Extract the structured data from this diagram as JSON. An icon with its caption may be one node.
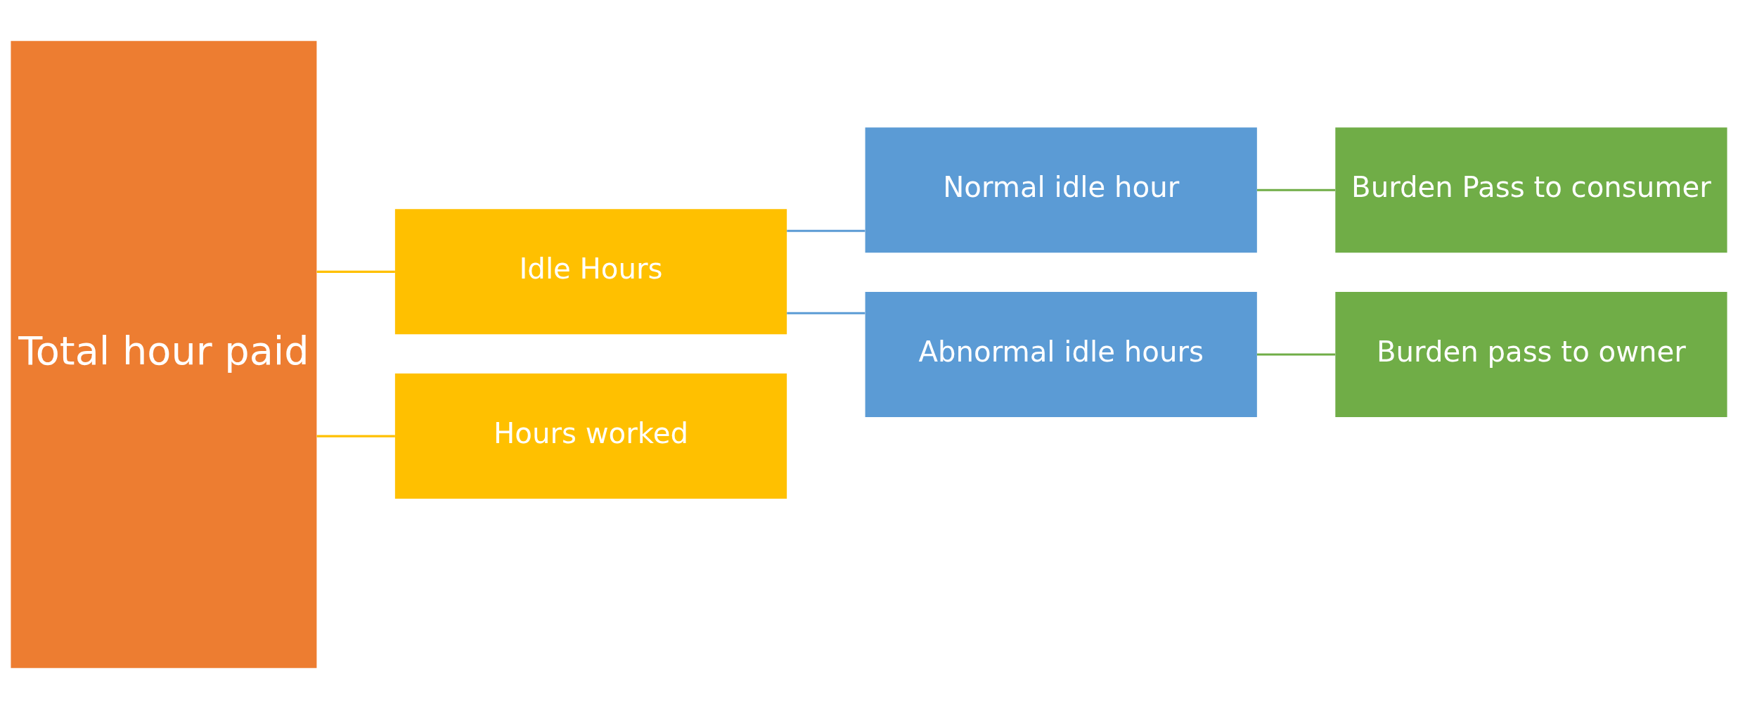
{
  "diagram": {
    "nodes": [
      {
        "text": [
          "Total hour paid"
        ]
      },
      {
        "text": [
          "Idle Hours"
        ]
      },
      {
        "text": [
          "Hours worked"
        ]
      },
      {
        "text": [
          "Normal idle hour"
        ]
      },
      {
        "text": [
          "Abnormal idle hours"
        ]
      },
      {
        "text": [
          "Burden Pass to consumer"
        ]
      },
      {
        "text": [
          "Burden pass to owner"
        ]
      }
    ],
    "edges": [
      {
        "from": 0,
        "to": 1,
        "arrow": "none",
        "color": "#ffc000"
      },
      {
        "from": 0,
        "to": 2,
        "arrow": "none",
        "color": "#ffc000"
      },
      {
        "from": 1,
        "to": 3,
        "arrow": "none",
        "color": "#5b9bd5"
      },
      {
        "from": 1,
        "to": 4,
        "arrow": "none",
        "color": "#5b9bd5"
      },
      {
        "from": 3,
        "to": 5,
        "arrow": "none",
        "color": "#70ad47"
      },
      {
        "from": 4,
        "to": 6,
        "arrow": "none",
        "color": "#70ad47"
      }
    ]
  }
}
